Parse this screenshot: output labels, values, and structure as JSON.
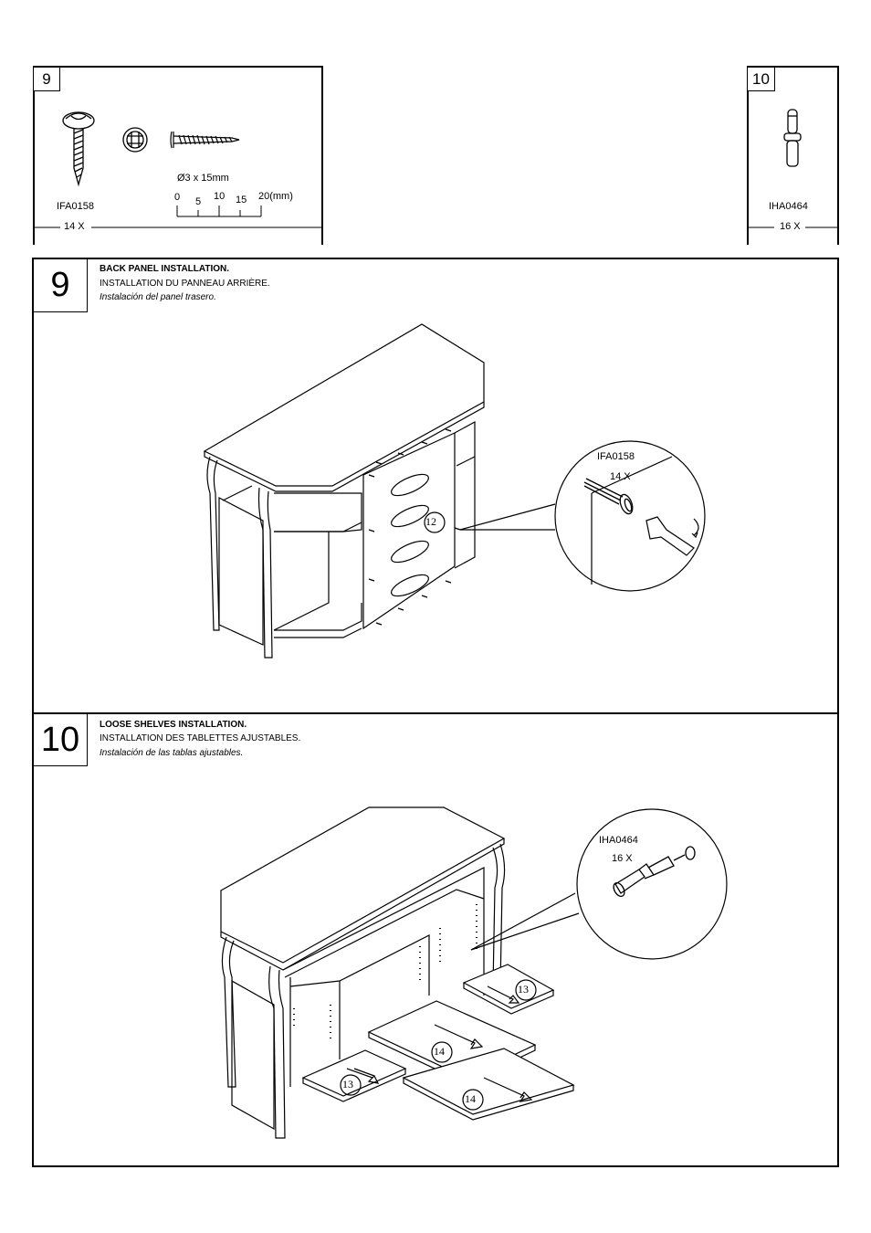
{
  "parts": {
    "part9": {
      "number": "9",
      "code": "IFA0158",
      "quantity": "14 X",
      "size": "Ø3 x 15mm",
      "ruler_labels": [
        "0",
        "5",
        "10",
        "15",
        "20(mm)"
      ]
    },
    "part10": {
      "number": "10",
      "code": "IHA0464",
      "quantity": "16 X"
    }
  },
  "steps": [
    {
      "number": "9",
      "title_en": "BACK PANEL INSTALLATION.",
      "title_fr": "INSTALLATION DU PANNEAU ARRIÈRE.",
      "title_es": "Instalación del panel trasero.",
      "detail_code": "IFA0158",
      "detail_qty": "14 X",
      "callouts": [
        "12"
      ]
    },
    {
      "number": "10",
      "title_en": "LOOSE SHELVES INSTALLATION.",
      "title_fr": "INSTALLATION DES TABLETTES AJUSTABLES.",
      "title_es": "Instalación de las tablas ajustables.",
      "detail_code": "IHA0464",
      "detail_qty": "16 X",
      "callouts": [
        "13",
        "14",
        "14",
        "13"
      ]
    }
  ]
}
